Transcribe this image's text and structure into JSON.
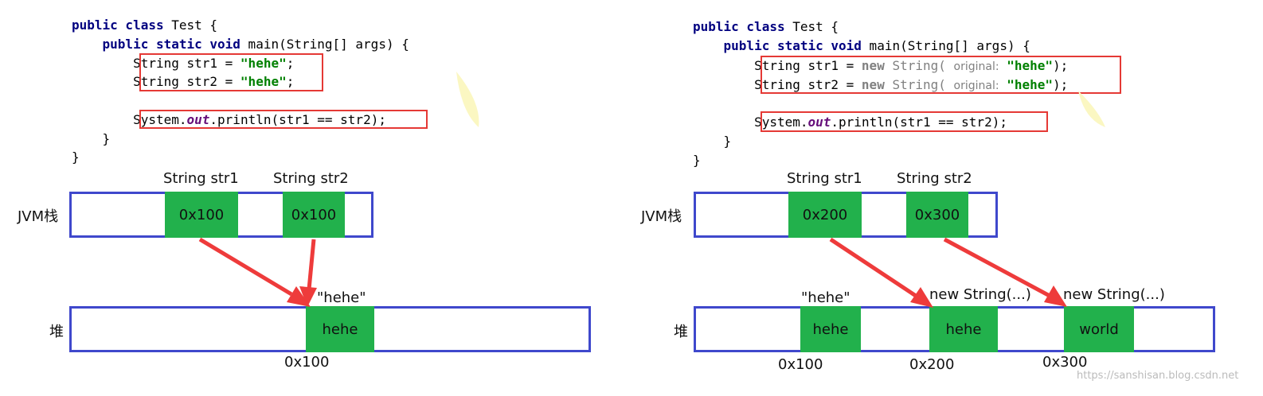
{
  "left": {
    "code": {
      "line1": {
        "kw": "public class",
        "rest": " Test {"
      },
      "line2": {
        "indent": "    ",
        "kw": "public static void",
        "rest": " main(String[] args) {"
      },
      "line3": {
        "indent": "        ",
        "pre": "String str1 = ",
        "str": "\"hehe\"",
        "post": ";"
      },
      "line4": {
        "indent": "        ",
        "pre": "String str2 = ",
        "str": "\"hehe\"",
        "post": ";"
      },
      "line5": {
        "indent": "        ",
        "pre": "System.",
        "fld": "out",
        "post": ".println(str1 == str2);"
      },
      "line6": "    }",
      "line7": "}"
    },
    "stack_label": "JVM栈",
    "heap_label": "堆",
    "var1_label": "String str1",
    "var2_label": "String str2",
    "var1_value": "0x100",
    "var2_value": "0x100",
    "heap_obj1_caption": "\"hehe\"",
    "heap_obj1_value": "hehe",
    "heap_obj1_addr": "0x100"
  },
  "right": {
    "code": {
      "line1": {
        "kw": "public class",
        "rest": " Test {"
      },
      "line2": {
        "indent": "    ",
        "kw": "public static void",
        "rest": " main(String[] args) {"
      },
      "line3": {
        "indent": "        ",
        "pre": "String str1 = ",
        "kw": "new",
        "mid": " String( ",
        "hint": "original:",
        "str": "\"hehe\"",
        "post": ");"
      },
      "line4": {
        "indent": "        ",
        "pre": "String str2 = ",
        "kw": "new",
        "mid": " String( ",
        "hint": "original:",
        "str": "\"hehe\"",
        "post": ");"
      },
      "line5": {
        "indent": "        ",
        "pre": "System.",
        "fld": "out",
        "post": ".println(str1 == str2);"
      },
      "line6": "    }",
      "line7": "}"
    },
    "stack_label": "JVM栈",
    "heap_label": "堆",
    "var1_label": "String str1",
    "var2_label": "String str2",
    "var1_value": "0x200",
    "var2_value": "0x300",
    "heap_obj1_caption": "\"hehe\"",
    "heap_obj1_value": "hehe",
    "heap_obj1_addr": "0x100",
    "heap_obj2_caption": "new String(...)",
    "heap_obj2_value": "hehe",
    "heap_obj2_addr": "0x200",
    "heap_obj3_caption": "new String(...)",
    "heap_obj3_value": "world",
    "heap_obj3_addr": "0x300"
  },
  "watermark": "https://sanshisan.blog.csdn.net",
  "colors": {
    "green": "#22b14c",
    "blue_border": "#3f48cc",
    "red_border": "#e53935",
    "arrow": "#ee3b3b"
  }
}
